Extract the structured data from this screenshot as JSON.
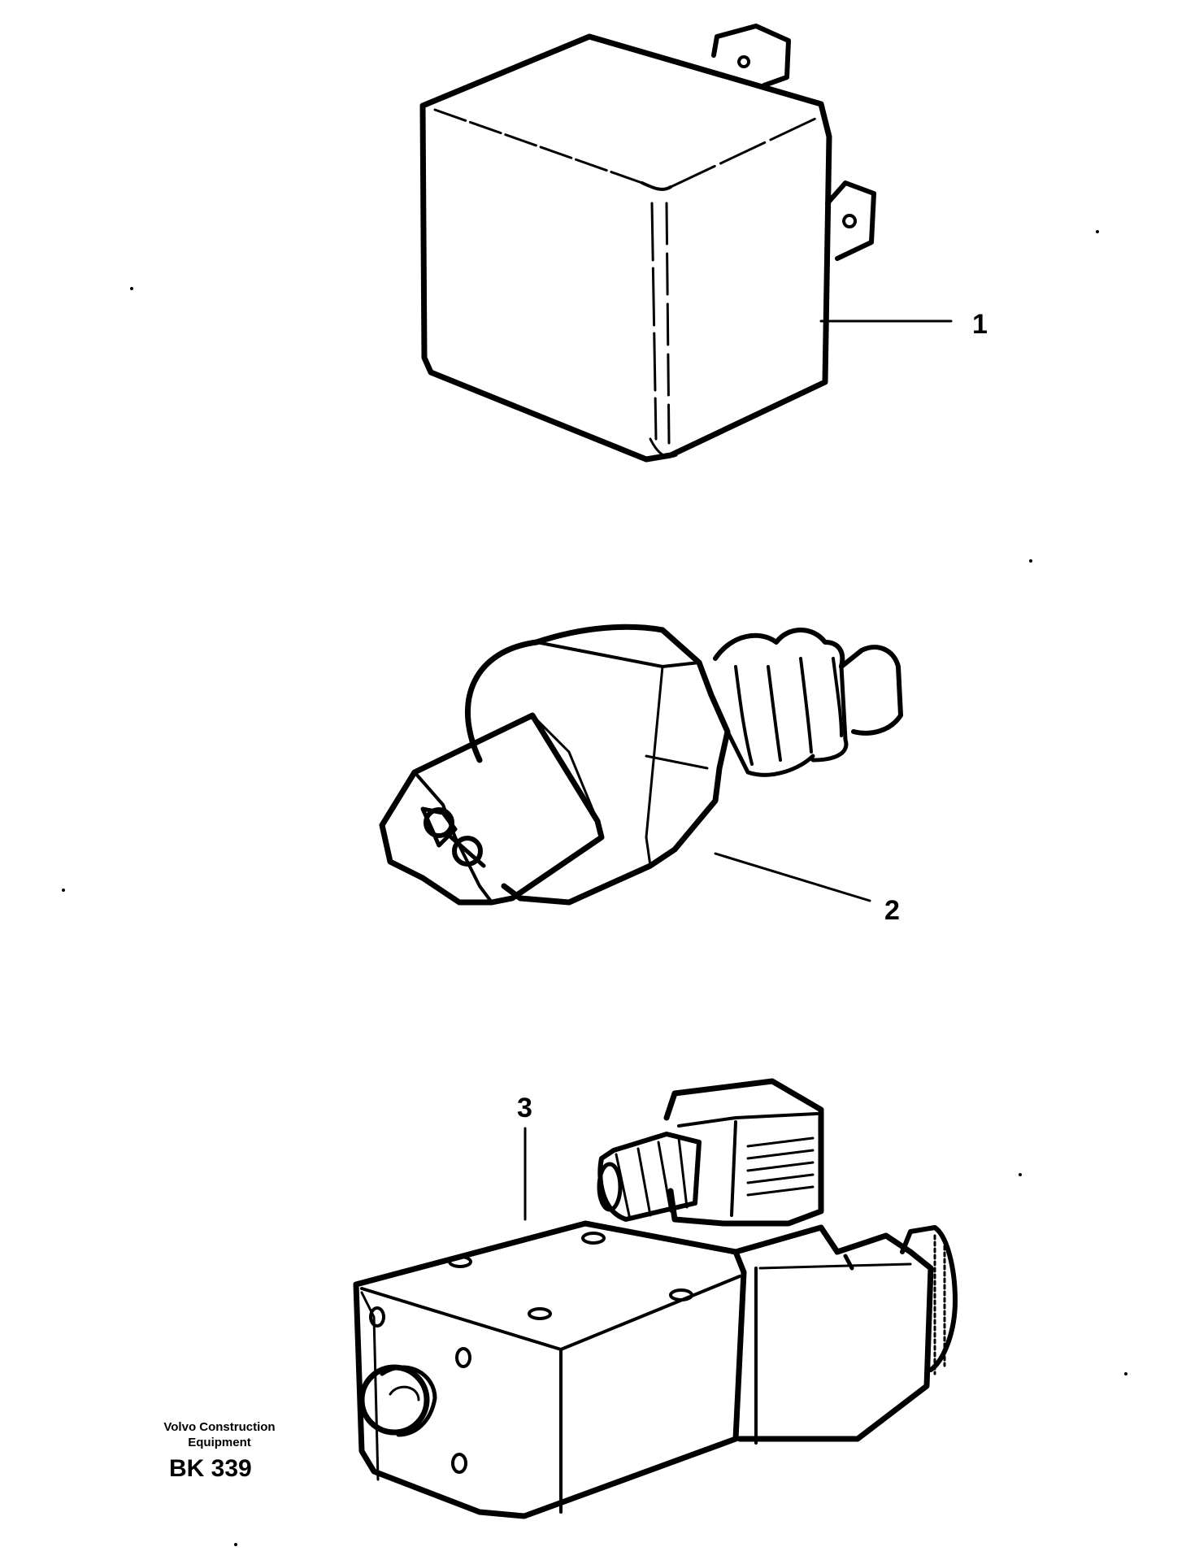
{
  "callouts": {
    "item1": "1",
    "item2": "2",
    "item3": "3"
  },
  "footer": {
    "brand_line1": "Volvo Construction",
    "brand_line2": "Equipment",
    "code": "BK 339"
  },
  "colors": {
    "ink": "#000000",
    "background": "#ffffff"
  }
}
